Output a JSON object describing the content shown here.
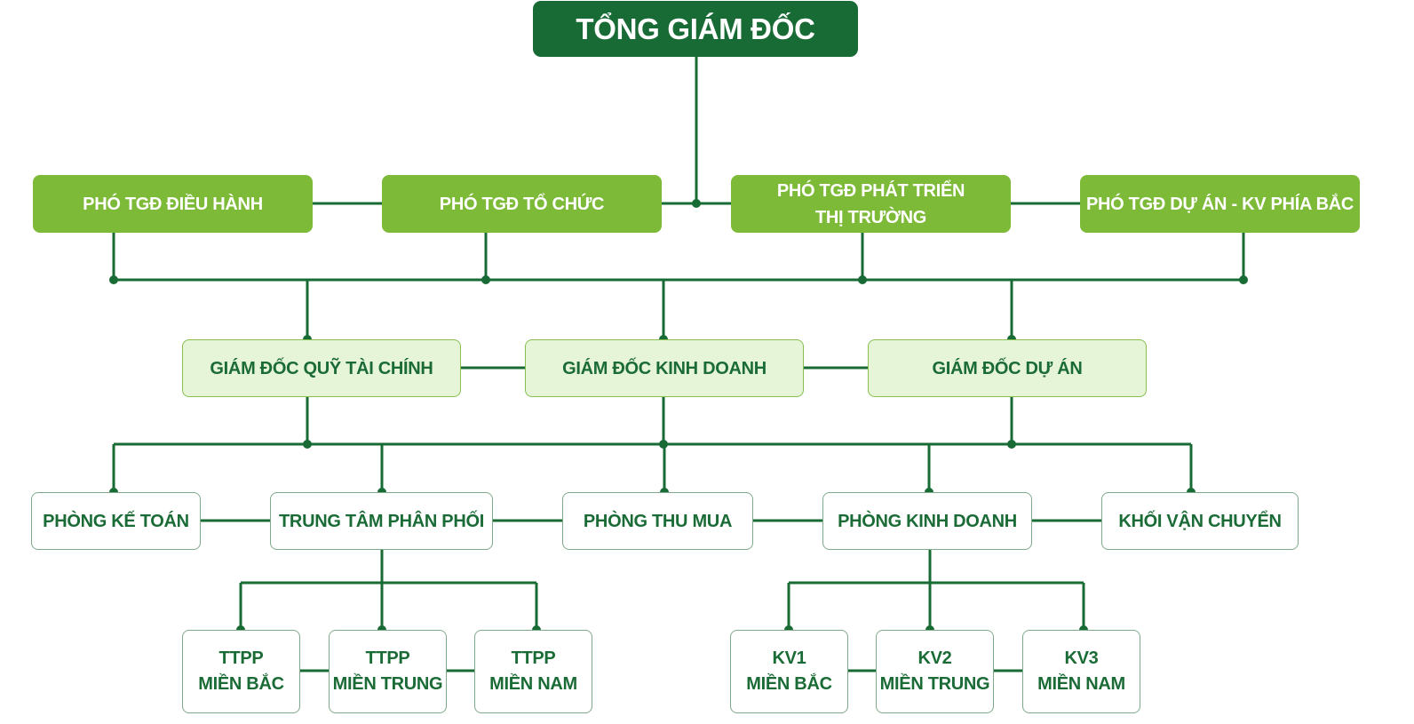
{
  "diagram": {
    "type": "org-chart",
    "colors": {
      "line": "#196b36",
      "top_fill": "#196b36",
      "deputy_fill": "#7dba38",
      "director_fill": "#e6f4d7",
      "director_border": "#86c150",
      "department_border": "#7ea98a",
      "text_dark": "#1a6b36",
      "text_light": "#ffffff"
    },
    "ceo": {
      "label": "TỔNG GIÁM ĐỐC"
    },
    "deputies": [
      {
        "label": "PHÓ TGĐ ĐIỀU HÀNH"
      },
      {
        "label": "PHÓ TGĐ TỔ CHỨC"
      },
      {
        "label": "PHÓ TGĐ PHÁT TRIỂN\nTHỊ TRƯỜNG"
      },
      {
        "label": "PHÓ TGĐ DỰ ÁN - KV PHÍA BẮC"
      }
    ],
    "directors": [
      {
        "label": "GIÁM ĐỐC QUỸ TÀI CHÍNH"
      },
      {
        "label": "GIÁM ĐỐC KINH DOANH"
      },
      {
        "label": "GIÁM ĐỐC DỰ ÁN"
      }
    ],
    "departments": [
      {
        "label": "PHÒNG KẾ TOÁN"
      },
      {
        "label": "TRUNG TÂM PHÂN PHỐI"
      },
      {
        "label": "PHÒNG THU MUA"
      },
      {
        "label": "PHÒNG KINH DOANH"
      },
      {
        "label": "KHỐI VẬN CHUYỂN"
      }
    ],
    "distribution_centers": [
      {
        "label": "TTPP\nMIỀN BẮC"
      },
      {
        "label": "TTPP\nMIỀN TRUNG"
      },
      {
        "label": "TTPP\nMIỀN NAM"
      }
    ],
    "sales_regions": [
      {
        "label": "KV1\nMIỀN BẮC"
      },
      {
        "label": "KV2\nMIỀN TRUNG"
      },
      {
        "label": "KV3\nMIỀN NAM"
      }
    ]
  }
}
